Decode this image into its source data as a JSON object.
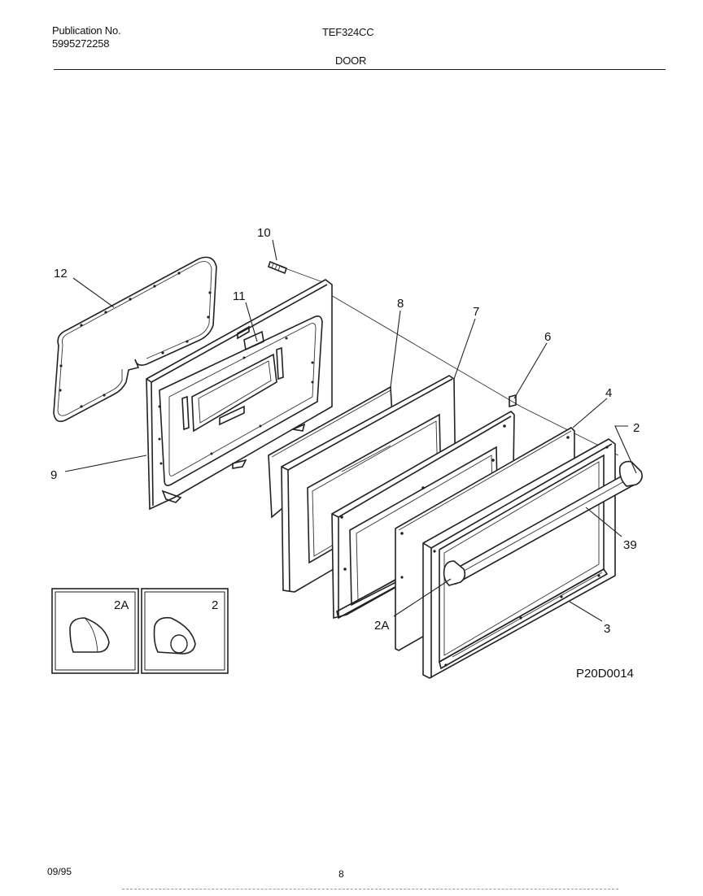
{
  "header": {
    "publication_label": "Publication No.",
    "publication_number": "5995272258",
    "model": "TEF324CC",
    "section": "DOOR"
  },
  "callouts": {
    "c10": "10",
    "c12": "12",
    "c11": "11",
    "c8": "8",
    "c7": "7",
    "c6": "6",
    "c4": "4",
    "c2": "2",
    "c9": "9",
    "c39": "39",
    "c2a": "2A",
    "c3": "3"
  },
  "insets": {
    "left_label": "2A",
    "right_label": "2"
  },
  "diagram_code": "P20D0014",
  "footer": {
    "date": "09/95",
    "page": "8"
  }
}
